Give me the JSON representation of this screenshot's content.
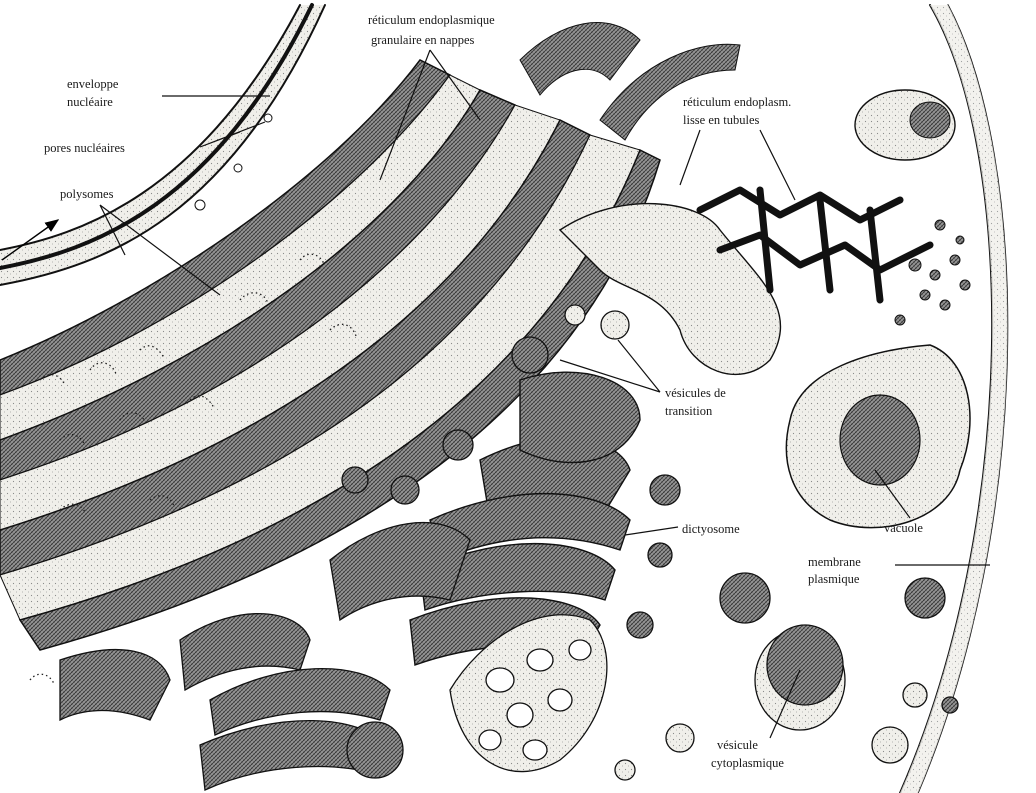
{
  "diagram": {
    "labels": {
      "rer_nappes_1": "réticulum endoplasmique",
      "rer_nappes_2": "granulaire en nappes",
      "enveloppe_1": "enveloppe",
      "enveloppe_2": "nucléaire",
      "pores": "pores nucléaires",
      "polysomes": "polysomes",
      "rel_1": "réticulum endoplasm.",
      "rel_2": "lisse en tubules",
      "vesicules_1": "vésicules de",
      "vesicules_2": "transition",
      "vacuole": "vacuole",
      "dictyosome": "dictyosome",
      "membrane_1": "membrane",
      "membrane_2": "plasmique",
      "vesicule_cyto_1": "vésicule",
      "vesicule_cyto_2": "cytoplasmique"
    },
    "colors": {
      "ink": "#111111",
      "hatch_fill": "#7a7a7a",
      "lumen_fill": "#ecebe6",
      "background": "#ffffff",
      "pointer_arrow": "#000000"
    }
  }
}
